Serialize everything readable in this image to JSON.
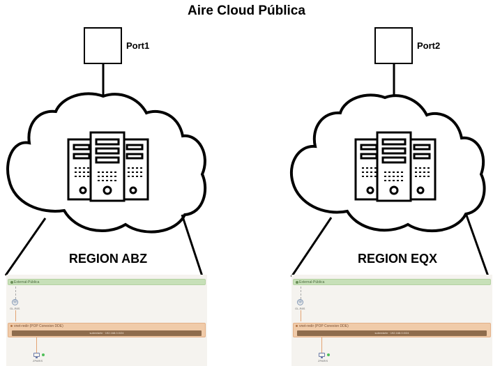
{
  "title": "Aire Cloud Pública",
  "ports": [
    {
      "label": "Port1"
    },
    {
      "label": "Port2"
    }
  ],
  "regions": [
    {
      "label": "REGION ABZ",
      "network": {
        "external_label": "External-Pública",
        "router_label": "GL-R8S",
        "vnet_label": "vnet-redir (POP Conexion DDE)",
        "subnet_label": "subredwhr · 192.168.0.0/24",
        "vm_label": "ZPARIS",
        "vm_status_color": "#4fbf59"
      }
    },
    {
      "label": "REGION EQX",
      "network": {
        "external_label": "External-Pública",
        "router_label": "GL-R8S",
        "vnet_label": "vnet-redir (POP Conexion DDE)",
        "subnet_label": "subredwhr · 192.168.0.0/24",
        "vm_label": "ZPARIS",
        "vm_status_color": "#4fbf59"
      }
    }
  ],
  "colors": {
    "external_network": "#c7e0b8",
    "vnet": "#f0cba9",
    "subnet": "#8e6c4d",
    "link": "#e3a372"
  }
}
